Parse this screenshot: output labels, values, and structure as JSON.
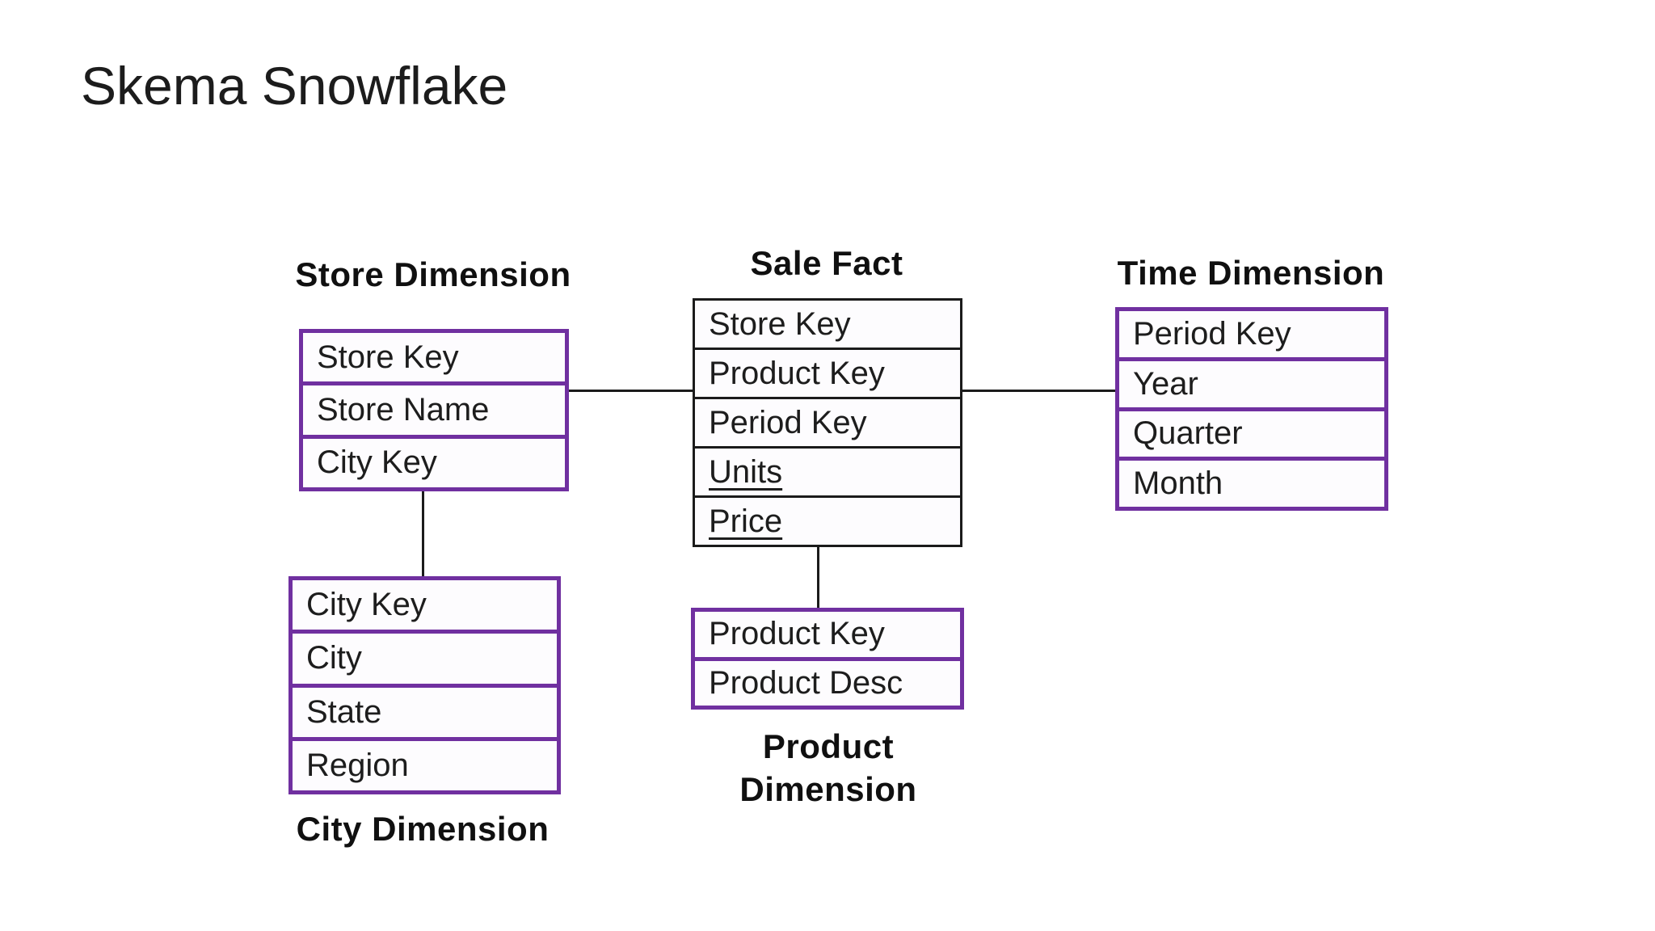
{
  "page": {
    "title": "Skema Snowflake"
  },
  "colors": {
    "accent_purple": "#7030A0",
    "line_black": "#1b1b1b",
    "background": "#ffffff"
  },
  "diagram": {
    "tables": {
      "store_dimension": {
        "title": "Store Dimension",
        "title_position": "top",
        "border_color": "purple",
        "rows": [
          {
            "label": "Store Key"
          },
          {
            "label": "Store Name"
          },
          {
            "label": "City Key"
          }
        ]
      },
      "sale_fact": {
        "title": "Sale Fact",
        "title_position": "top",
        "border_color": "black",
        "rows": [
          {
            "label": "Store Key"
          },
          {
            "label": "Product Key"
          },
          {
            "label": "Period Key"
          },
          {
            "label": "Units",
            "underlined": true
          },
          {
            "label": "Price",
            "underlined": true
          }
        ]
      },
      "time_dimension": {
        "title": "Time Dimension",
        "title_position": "top",
        "border_color": "purple",
        "rows": [
          {
            "label": "Period Key"
          },
          {
            "label": "Year"
          },
          {
            "label": "Quarter"
          },
          {
            "label": "Month"
          }
        ]
      },
      "city_dimension": {
        "title": "City Dimension",
        "title_position": "bottom",
        "border_color": "purple",
        "rows": [
          {
            "label": "City Key"
          },
          {
            "label": "City"
          },
          {
            "label": "State"
          },
          {
            "label": "Region"
          }
        ]
      },
      "product_dimension": {
        "title": "Product Dimension",
        "title_position": "bottom",
        "border_color": "purple",
        "rows": [
          {
            "label": "Product Key"
          },
          {
            "label": "Product Desc"
          }
        ]
      }
    },
    "connections": [
      {
        "from": "store_dimension",
        "to": "sale_fact",
        "orientation": "horizontal"
      },
      {
        "from": "sale_fact",
        "to": "time_dimension",
        "orientation": "horizontal"
      },
      {
        "from": "store_dimension",
        "to": "city_dimension",
        "orientation": "vertical"
      },
      {
        "from": "sale_fact",
        "to": "product_dimension",
        "orientation": "vertical"
      }
    ]
  }
}
